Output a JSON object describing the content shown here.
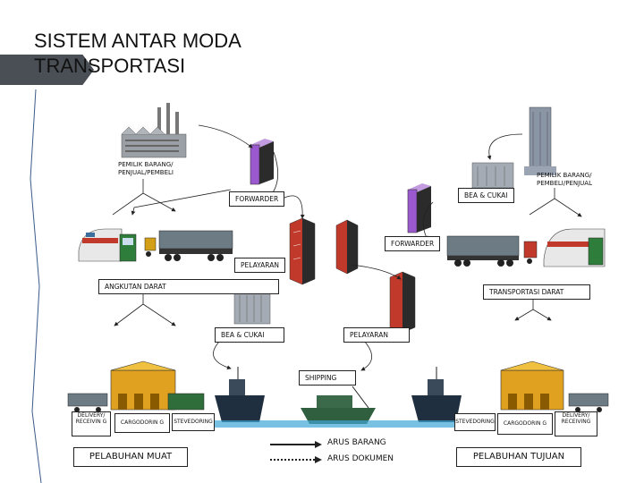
{
  "slide": {
    "title_line1": "SISTEM ANTAR MODA",
    "title_line2": "TRANSPORTASI"
  },
  "labels": {
    "owner_left": "PEMILIK BARANG/ PENJUAL/PEMBELI",
    "owner_right": "PEMILIK BARANG/ PEMBELI/PENJUAL",
    "forwarder_left": "FORWARDER",
    "bea_cukai_top": "BEA & CUKAI",
    "forwarder_right": "FORWARDER",
    "pelayaran_top": "PELAYARAN",
    "angkutan_darat": "ANGKUTAN DARAT",
    "transportasi_darat": "TRANSPORTASI DARAT",
    "bea_cukai_bottom": "BEA & CUKAI",
    "pelayaran_bottom": "PELAYARAN",
    "shipping": "SHIPPING",
    "delivery_left": "DELIVERY/ RECEIVIN G",
    "cargodorin_left": "CARGODORIN G",
    "stevedoring_left": "STEVEDORING",
    "stevedoring_right": "STEVEDORING",
    "cargodorin_right": "CARGODORIN G",
    "delivery_right": "DELIVERY/ RECEIVING",
    "pelabuhan_muat": "PELABUHAN MUAT",
    "pelabuhan_tujuan": "PELABUHAN TUJUAN"
  },
  "legend": {
    "arus_barang": "ARUS BARANG",
    "arus_dokumen": "ARUS DOKUMEN"
  },
  "colors": {
    "title_bar": "#4a4f55",
    "computer": "#9b59d0",
    "building": "#c0392b",
    "warehouse": "#e0a020",
    "ship": "#1f2f3f",
    "water": "#3fa7d6"
  }
}
